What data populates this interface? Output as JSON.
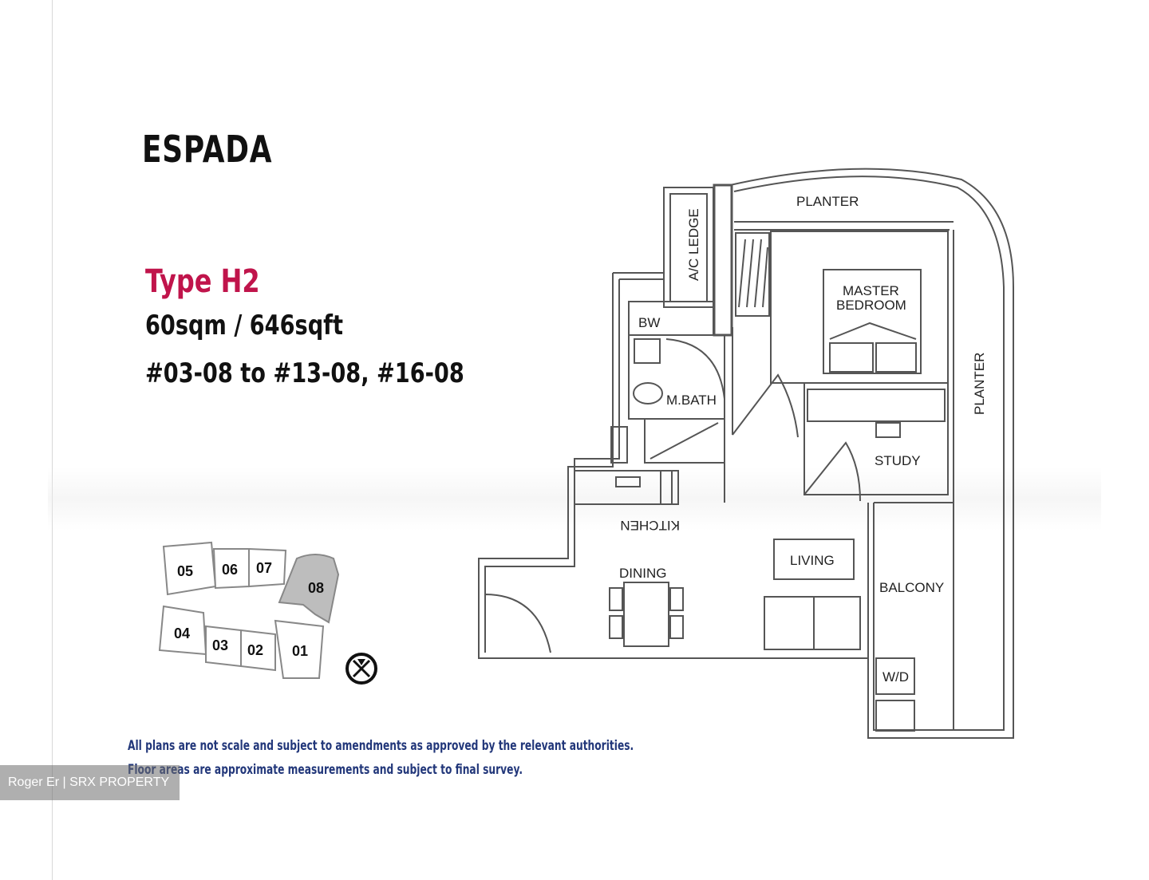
{
  "project": {
    "name": "ESPADA"
  },
  "unit": {
    "type": "Type H2",
    "area": "60sqm / 646sqft",
    "numbers": "#03-08 to #13-08, #16-08"
  },
  "floorplan": {
    "rooms": {
      "planter_top": "PLANTER",
      "ac_ledge": "A/C LEDGE",
      "master_bedroom_line1": "MASTER",
      "master_bedroom_line2": "BEDROOM",
      "planter_right": "PLANTER",
      "bw": "BW",
      "m_bath": "M.BATH",
      "study": "STUDY",
      "kitchen": "KITCHEN",
      "living": "LIVING",
      "dining": "DINING",
      "balcony": "BALCONY",
      "wd": "W/D"
    }
  },
  "keyplan": {
    "units": [
      "05",
      "06",
      "07",
      "08",
      "04",
      "03",
      "02",
      "01"
    ],
    "highlighted": "08",
    "north_icon": "north-arrow-icon"
  },
  "disclaimer": {
    "line1": "All plans are not scale and subject to amendments as approved by the relevant authorities.",
    "line2": "Floor areas are approximate measurements and subject to final survey."
  },
  "credit": "Roger Er | SRX PROPERTY",
  "colors": {
    "unit_type": "#c0144b",
    "disclaimer": "#22377a",
    "key_highlight": "#bdbdbd"
  }
}
